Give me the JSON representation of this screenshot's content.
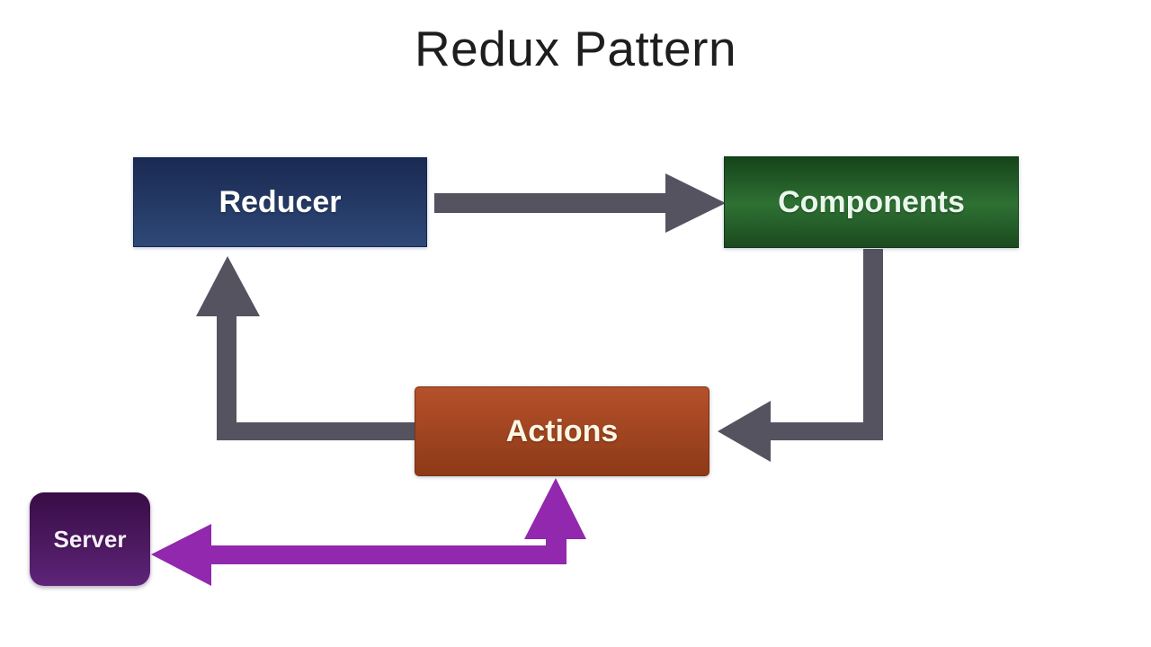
{
  "title": "Redux Pattern",
  "diagram": {
    "nodes": {
      "reducer": {
        "label": "Reducer"
      },
      "components": {
        "label": "Components"
      },
      "actions": {
        "label": "Actions"
      },
      "server": {
        "label": "Server"
      }
    },
    "edges": [
      {
        "from": "Reducer",
        "to": "Components",
        "style": "elbow-right",
        "color": "gray"
      },
      {
        "from": "Components",
        "to": "Actions",
        "style": "down-then-left",
        "color": "gray"
      },
      {
        "from": "Actions",
        "to": "Reducer",
        "style": "left-then-up",
        "color": "gray"
      },
      {
        "from": "Actions",
        "to": "Server",
        "style": "double-headed-bent",
        "color": "purple",
        "heads": [
          "up-into-actions",
          "left-into-server"
        ]
      }
    ],
    "colors": {
      "background": "#ffffff",
      "title_color": "#1e1e1e",
      "arrow_gray": "#555360",
      "arrow_purple": "#9128ad",
      "reducer_top": "#1a2a52",
      "reducer_bottom": "#2e4877",
      "components_top": "#15441a",
      "components_mid": "#2e7133",
      "components_bottom": "#1b4a1f",
      "actions_top": "#b5512b",
      "actions_bottom": "#8d3917",
      "server_top": "#380c45",
      "server_bottom": "#5e2478"
    }
  }
}
